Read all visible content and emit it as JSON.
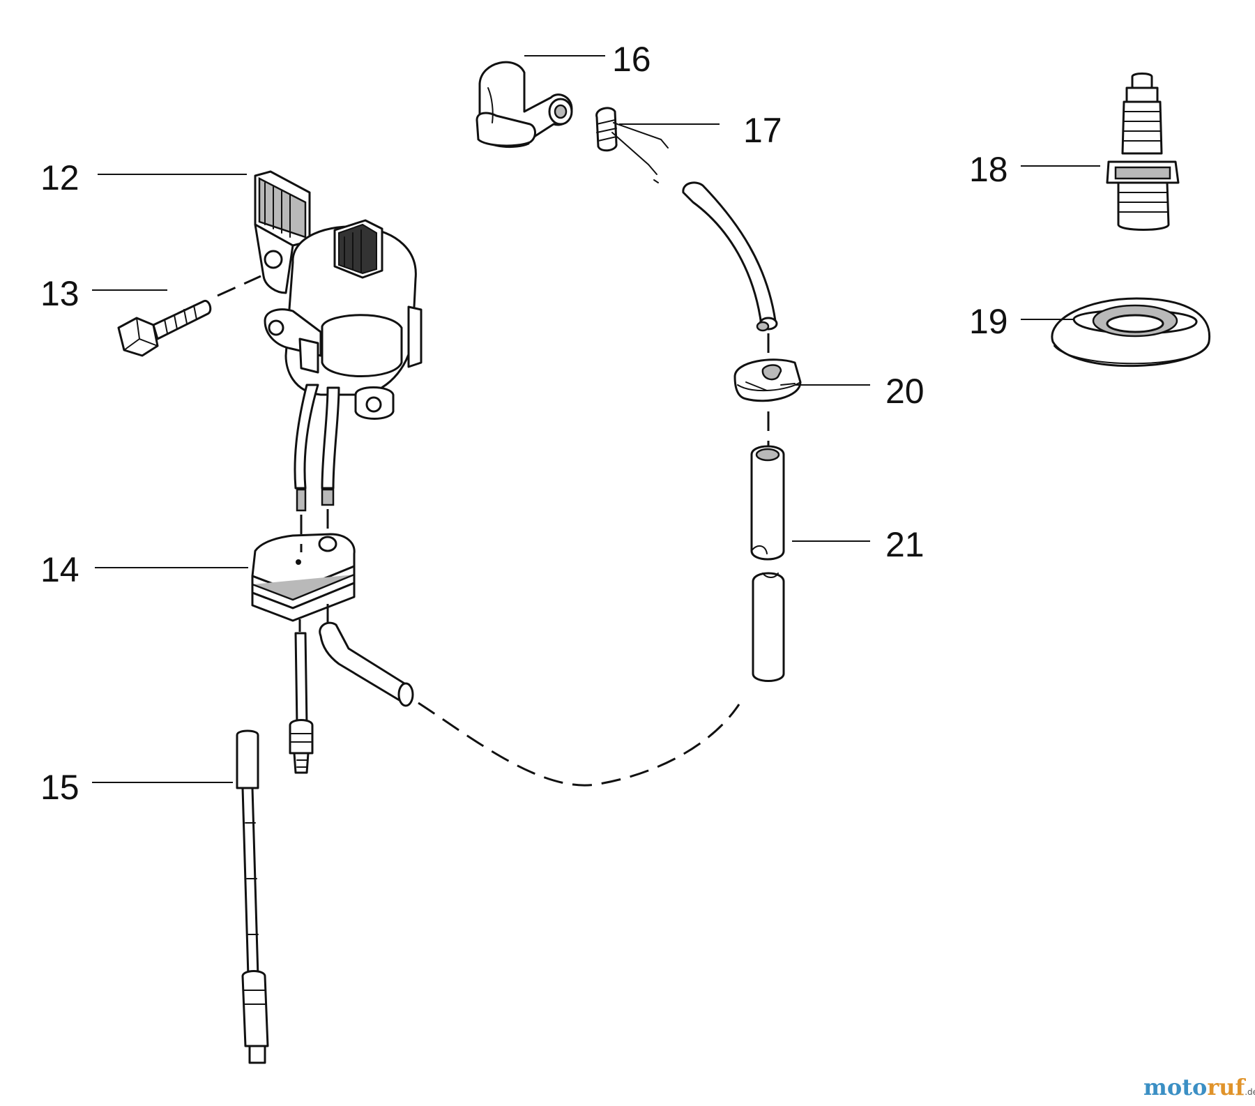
{
  "diagram": {
    "parts": [
      {
        "number": "12"
      },
      {
        "number": "13"
      },
      {
        "number": "14"
      },
      {
        "number": "15"
      },
      {
        "number": "16"
      },
      {
        "number": "17"
      },
      {
        "number": "18"
      },
      {
        "number": "19"
      },
      {
        "number": "20"
      },
      {
        "number": "21"
      }
    ]
  },
  "watermark": {
    "part1": "moto",
    "part2": "ruf",
    "suffix": ".de"
  },
  "colors": {
    "line": "#111111",
    "shade": "#b9b9b9",
    "watermark_blue": "#3b8fc4",
    "watermark_orange": "#e0932a"
  }
}
